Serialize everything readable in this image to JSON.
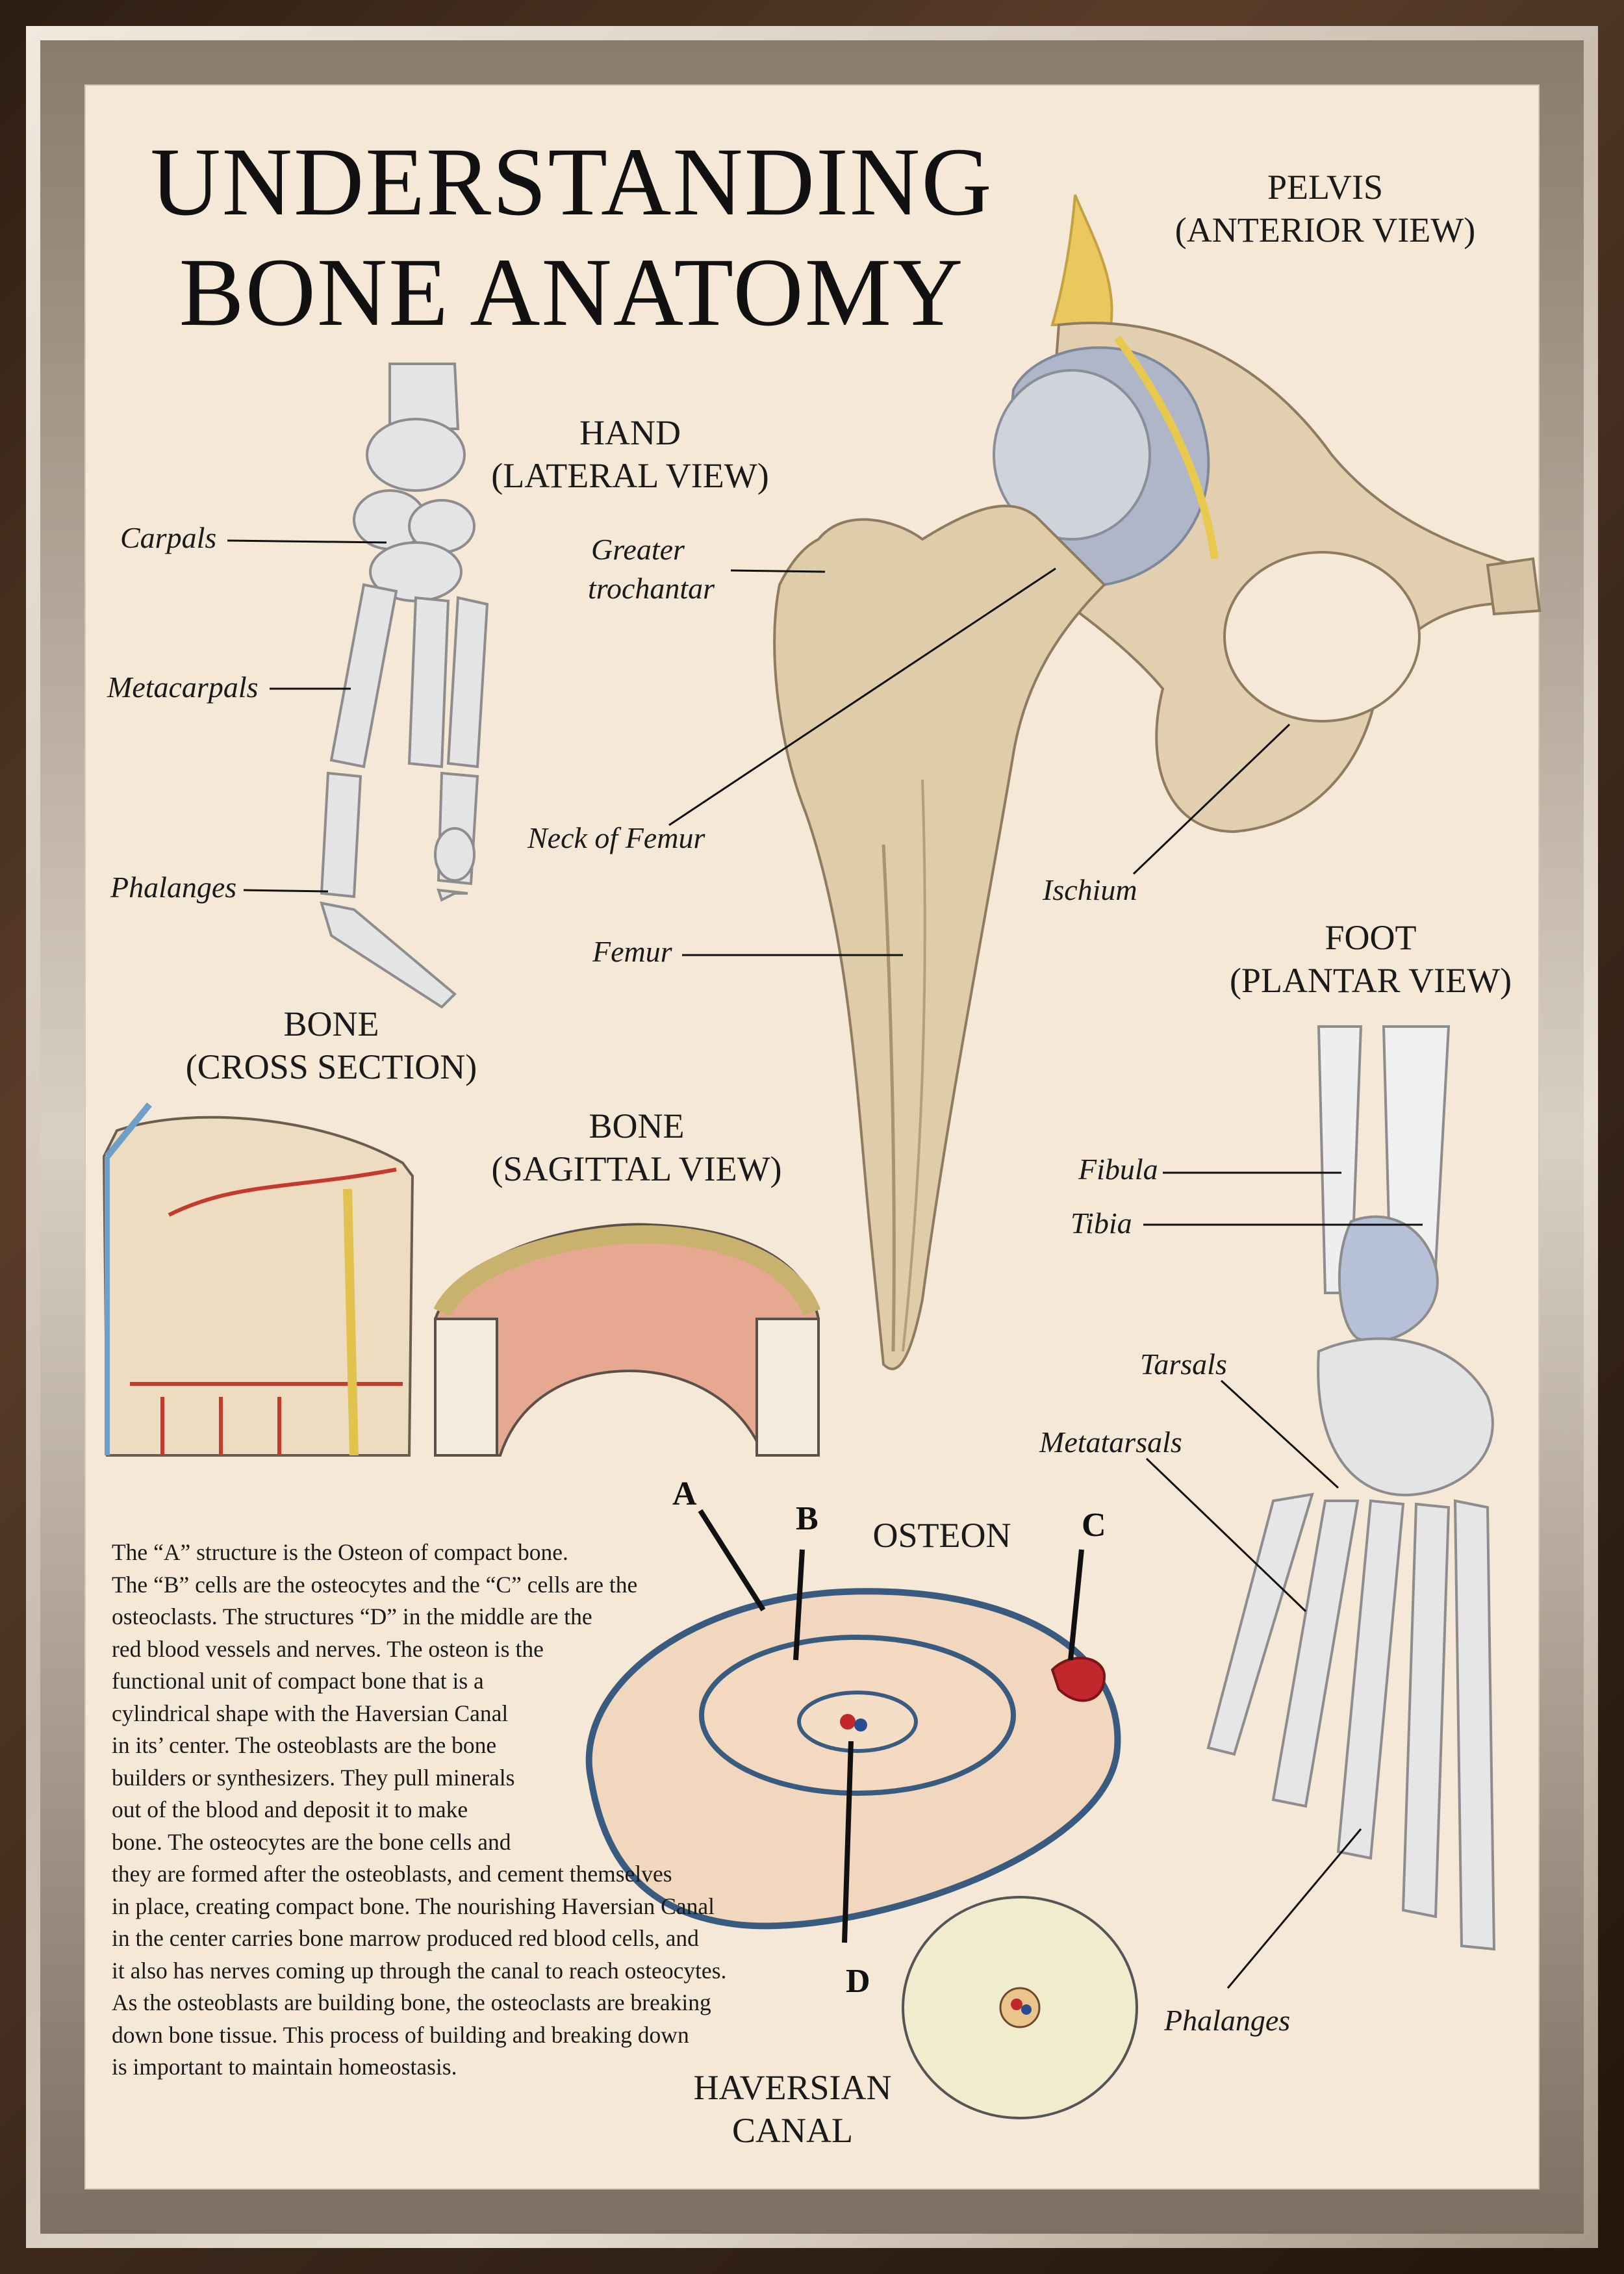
{
  "title": {
    "line1": "UNDERSTANDING",
    "line2": "BONE ANATOMY"
  },
  "sections": {
    "pelvis": {
      "line1": "PELVIS",
      "line2": "(ANTERIOR VIEW)"
    },
    "hand": {
      "line1": "HAND",
      "line2": "(LATERAL VIEW)"
    },
    "foot": {
      "line1": "FOOT",
      "line2": "(PLANTAR VIEW)"
    },
    "bone_cross": {
      "line1": "BONE",
      "line2": "(CROSS SECTION)"
    },
    "bone_sagittal": {
      "line1": "BONE",
      "line2": "(SAGITTAL VIEW)"
    },
    "osteon": "OSTEON",
    "haversian": {
      "line1": "HAVERSIAN",
      "line2": "CANAL"
    }
  },
  "labels": {
    "carpals": "Carpals",
    "metacarpals": "Metacarpals",
    "hand_phalanges": "Phalanges",
    "greater_trochanter_1": "Greater",
    "greater_trochanter_2": "trochantar",
    "neck_of_femur": "Neck of Femur",
    "femur": "Femur",
    "ischium": "Ischium",
    "fibula": "Fibula",
    "tibia": "Tibia",
    "tarsals": "Tarsals",
    "metatarsals": "Metatarsals",
    "foot_phalanges": "Phalanges"
  },
  "osteon_letters": {
    "a": "A",
    "b": "B",
    "c": "C",
    "d": "D"
  },
  "description_lines": [
    "The “A” structure is the Osteon of compact bone.",
    "The “B” cells are the osteocytes and the “C” cells are the",
    "osteoclasts. The structures “D” in the middle are the",
    "red blood vessels and nerves. The osteon is the",
    "functional unit of compact bone that is a",
    "cylindrical shape with the Haversian Canal",
    "in its’ center. The osteoblasts are the bone",
    "builders or synthesizers. They pull minerals",
    "out of the blood and deposit it to make",
    "bone. The osteocytes are the bone cells and",
    "they are formed after the osteoblasts, and cement themselves",
    "in place, creating compact bone. The nourishing Haversian Canal",
    "in the center carries bone marrow produced red blood cells, and",
    "it also has nerves coming up through the canal to reach osteocytes.",
    "As the osteoblasts are building bone, the osteoclasts are breaking",
    "down bone tissue. This process of building and breaking down",
    "is important to maintain homeostasis."
  ],
  "colors": {
    "frame": "#3a281c",
    "poster_background": "#f6e8d7",
    "bone": "#d8c7aa",
    "cartilage": "#aeb6c8",
    "marrow": "#d9776b",
    "osteocyte": "#6a8fb8",
    "osteoclast": "#c2272d"
  }
}
